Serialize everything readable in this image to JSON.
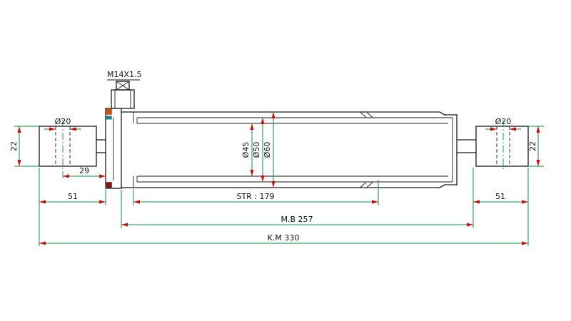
{
  "drawing": {
    "labels": {
      "port_thread": "M14X1.5",
      "left_eye_hole_dia": "Ø20",
      "right_eye_hole_dia": "Ø20",
      "left_eye_width": "22",
      "right_eye_width": "22",
      "eye_center_to_body": "29",
      "left_end_length": "51",
      "right_end_length": "51",
      "dia_45": "Ø45",
      "dia_50": "Ø50",
      "dia_60": "Ø60",
      "stroke_length": "STR : 179",
      "dim_mb": "M.B 257",
      "dim_km": "K.M 330"
    },
    "colors": {
      "outline": "#1a1a1a",
      "dimension_line": "#009a3d",
      "arrow": "#e30000",
      "seal_top": "#d4500a",
      "seal_mid": "#11879b",
      "seal_bottom": "#7c1a10",
      "background": "#ffffff"
    }
  }
}
